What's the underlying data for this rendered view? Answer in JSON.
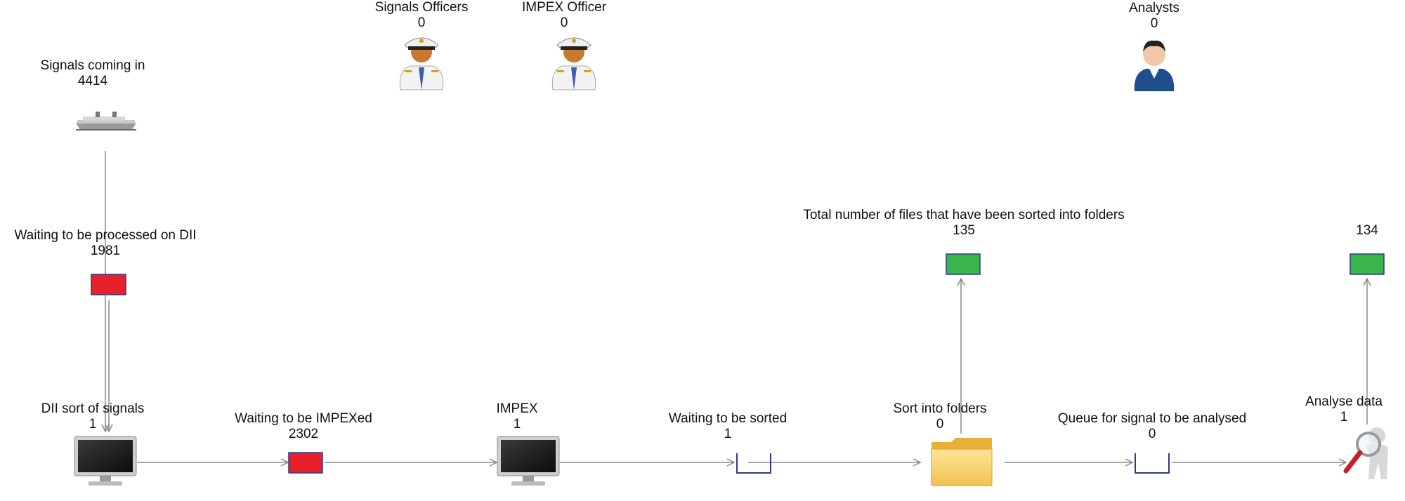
{
  "resources": {
    "signals_officers": {
      "name": "Signals Officers",
      "count": "0",
      "icon": "officer-icon"
    },
    "impex_officer": {
      "name": "IMPEX Officer",
      "count": "0",
      "icon": "officer-icon"
    },
    "analysts": {
      "name": "Analysts",
      "count": "0",
      "icon": "analyst-icon"
    }
  },
  "nodes": {
    "signals_coming_in": {
      "name": "Signals coming in",
      "count": "4414",
      "icon": "ship-icon"
    },
    "waiting_processed_dii": {
      "name": "Waiting to be processed on DII",
      "count": "1981",
      "color": "#e8202a"
    },
    "dii_sort": {
      "name": "DII sort of signals",
      "count": "1",
      "icon": "computer-icon"
    },
    "waiting_impexed": {
      "name": "Waiting to be IMPEXed",
      "count": "2302",
      "color": "#e8202a"
    },
    "impex": {
      "name": "IMPEX",
      "count": "1",
      "icon": "computer-icon"
    },
    "waiting_sorted": {
      "name": "Waiting to be sorted",
      "count": "1"
    },
    "sort_into_folders": {
      "name": "Sort into folders",
      "count": "0",
      "icon": "folder-icon"
    },
    "queue_analysed": {
      "name": "Queue for signal to be analysed",
      "count": "0"
    },
    "analyse_data": {
      "name": "Analyse data",
      "count": "1",
      "icon": "magnifier-figure-icon"
    },
    "total_sorted": {
      "name": "Total number of files that have been sorted into folders",
      "count": "135",
      "color": "#3ab54a"
    },
    "analysed_total": {
      "name": "",
      "count": "134",
      "color": "#3ab54a"
    }
  },
  "colors": {
    "line": "#8a8a8a",
    "queue_outline": "#2c3a8c",
    "accent_red": "#e8202a",
    "accent_green": "#3ab54a"
  }
}
